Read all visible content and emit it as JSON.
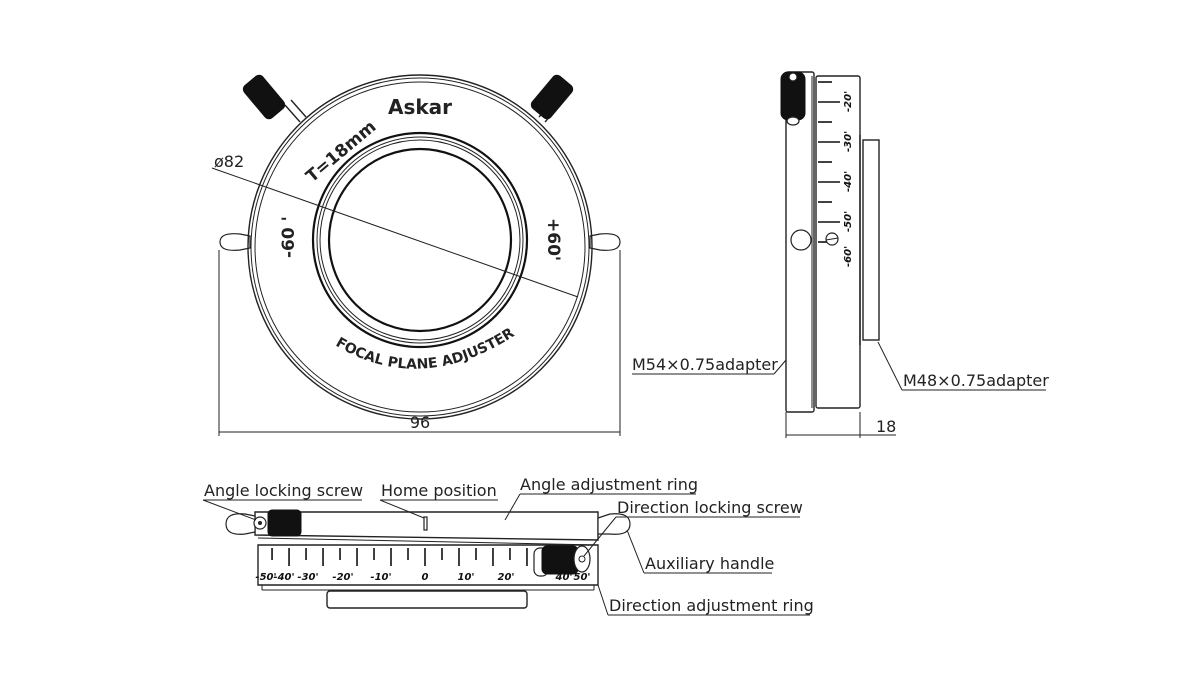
{
  "front_view": {
    "brand": "Askar",
    "thickness_label": "T=18mm",
    "left_angle_label": "-60 '",
    "right_angle_label": "+60'",
    "product_name": "FOCAL PLANE ADJUSTER",
    "diameter_label": "ø82",
    "width_dimension": "96"
  },
  "side_view": {
    "scale_labels": [
      "-20'",
      "-30'",
      "-40'",
      "-50'",
      "-60'"
    ],
    "m54_label": "M54×0.75adapter",
    "m48_label": "M48×0.75adapter",
    "depth_dimension": "18"
  },
  "bottom_view": {
    "callouts": {
      "angle_locking_screw": "Angle locking screw",
      "home_position": "Home position",
      "angle_adjustment_ring": "Angle adjustment ring",
      "direction_locking_screw": "Direction locking screw",
      "auxiliary_handle": "Auxiliary handle",
      "direction_adjustment_ring": "Direction adjustment ring"
    },
    "scale_labels": [
      "-50'",
      "-40'",
      "-30'",
      "-20'",
      "-10'",
      "0",
      "10'",
      "20'",
      "40'",
      "50'"
    ]
  }
}
